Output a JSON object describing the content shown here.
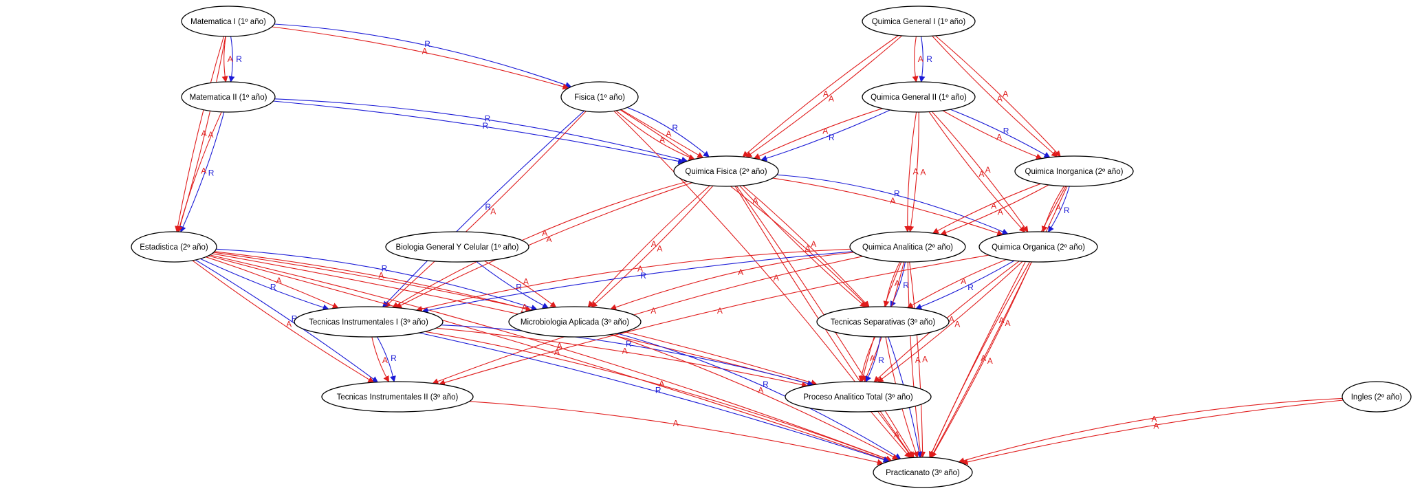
{
  "colors": {
    "R": "#1a1ad6",
    "A": "#e01c1c",
    "node_stroke": "#000000",
    "background": "#ffffff"
  },
  "nodes": {
    "mat1": "Matematica I (1º año)",
    "mat2": "Matematica II (1º año)",
    "fis": "Fisica (1º año)",
    "qg1": "Quimica General I (1º año)",
    "qg2": "Quimica General II (1º año)",
    "qf": "Quimica Fisica (2º año)",
    "qi": "Quimica Inorganica (2º año)",
    "est": "Estadistica (2º año)",
    "bio": "Biologia General Y Celular (1º año)",
    "qa": "Quimica Analitica (2º año)",
    "qo": "Quimica Organica (2º año)",
    "ti1": "Tecnicas Instrumentales I (3º año)",
    "mic": "Microbiologia Aplicada (3º año)",
    "ts": "Tecnicas Separativas (3º año)",
    "ti2": "Tecnicas Instrumentales II (3º año)",
    "pat": "Proceso Analitico Total (3º año)",
    "ing": "Ingles (2º año)",
    "pra": "Practicanato (3º año)"
  },
  "edges": [
    {
      "from": "mat1",
      "to": "mat2",
      "label": "R"
    },
    {
      "from": "mat1",
      "to": "mat2",
      "label": "A"
    },
    {
      "from": "mat1",
      "to": "fis",
      "label": "R"
    },
    {
      "from": "mat1",
      "to": "fis",
      "label": "A"
    },
    {
      "from": "mat1",
      "to": "est",
      "label": "A"
    },
    {
      "from": "mat1",
      "to": "est",
      "label": "A"
    },
    {
      "from": "mat2",
      "to": "est",
      "label": "R"
    },
    {
      "from": "mat2",
      "to": "est",
      "label": "A"
    },
    {
      "from": "mat2",
      "to": "qf",
      "label": "R"
    },
    {
      "from": "mat2",
      "to": "qf",
      "label": "R"
    },
    {
      "from": "fis",
      "to": "qf",
      "label": "R"
    },
    {
      "from": "fis",
      "to": "qf",
      "label": "A"
    },
    {
      "from": "fis",
      "to": "qf",
      "label": "A"
    },
    {
      "from": "fis",
      "to": "ti1",
      "label": "A"
    },
    {
      "from": "fis",
      "to": "ti1",
      "label": "R"
    },
    {
      "from": "fis",
      "to": "ts",
      "label": "A"
    },
    {
      "from": "fis",
      "to": "pra",
      "label": "A"
    },
    {
      "from": "qg1",
      "to": "qg2",
      "label": "R"
    },
    {
      "from": "qg1",
      "to": "qg2",
      "label": "A"
    },
    {
      "from": "qg1",
      "to": "qf",
      "label": "A"
    },
    {
      "from": "qg1",
      "to": "qf",
      "label": "A"
    },
    {
      "from": "qg1",
      "to": "qi",
      "label": "A"
    },
    {
      "from": "qg1",
      "to": "qi",
      "label": "A"
    },
    {
      "from": "qg2",
      "to": "qf",
      "label": "R"
    },
    {
      "from": "qg2",
      "to": "qf",
      "label": "A"
    },
    {
      "from": "qg2",
      "to": "qi",
      "label": "R"
    },
    {
      "from": "qg2",
      "to": "qi",
      "label": "A"
    },
    {
      "from": "qg2",
      "to": "qa",
      "label": "A"
    },
    {
      "from": "qg2",
      "to": "qa",
      "label": "A"
    },
    {
      "from": "qg2",
      "to": "qo",
      "label": "A"
    },
    {
      "from": "qg2",
      "to": "qo",
      "label": "A"
    },
    {
      "from": "qf",
      "to": "qo",
      "label": "R"
    },
    {
      "from": "qf",
      "to": "qo",
      "label": "A"
    },
    {
      "from": "qf",
      "to": "ti1",
      "label": "A"
    },
    {
      "from": "qf",
      "to": "ti1",
      "label": "A"
    },
    {
      "from": "qf",
      "to": "mic",
      "label": "A"
    },
    {
      "from": "qf",
      "to": "mic",
      "label": "A"
    },
    {
      "from": "qf",
      "to": "ts",
      "label": "A"
    },
    {
      "from": "qf",
      "to": "ts",
      "label": "A"
    },
    {
      "from": "qf",
      "to": "pra",
      "label": "A"
    },
    {
      "from": "qf",
      "to": "pra",
      "label": "A"
    },
    {
      "from": "qi",
      "to": "qa",
      "label": "A"
    },
    {
      "from": "qi",
      "to": "qa",
      "label": "A"
    },
    {
      "from": "qi",
      "to": "qo",
      "label": "R"
    },
    {
      "from": "qi",
      "to": "qo",
      "label": "A"
    },
    {
      "from": "qi",
      "to": "pra",
      "label": "A"
    },
    {
      "from": "qi",
      "to": "pra",
      "label": "A"
    },
    {
      "from": "est",
      "to": "ti1",
      "label": "A"
    },
    {
      "from": "est",
      "to": "ti1",
      "label": "R"
    },
    {
      "from": "est",
      "to": "mic",
      "label": "R"
    },
    {
      "from": "est",
      "to": "mic",
      "label": "A"
    },
    {
      "from": "est",
      "to": "ti2",
      "label": "R"
    },
    {
      "from": "est",
      "to": "ti2",
      "label": "A"
    },
    {
      "from": "est",
      "to": "pat",
      "label": "A"
    },
    {
      "from": "est",
      "to": "pat",
      "label": "A"
    },
    {
      "from": "est",
      "to": "pra",
      "label": "A"
    },
    {
      "from": "est",
      "to": "pra",
      "label": "A"
    },
    {
      "from": "bio",
      "to": "mic",
      "label": "A"
    },
    {
      "from": "bio",
      "to": "mic",
      "label": "R"
    },
    {
      "from": "qa",
      "to": "ti1",
      "label": "R"
    },
    {
      "from": "qa",
      "to": "ti1",
      "label": "A"
    },
    {
      "from": "qa",
      "to": "mic",
      "label": "A"
    },
    {
      "from": "qa",
      "to": "ts",
      "label": "R"
    },
    {
      "from": "qa",
      "to": "ts",
      "label": "A"
    },
    {
      "from": "qa",
      "to": "ti2",
      "label": "A"
    },
    {
      "from": "qa",
      "to": "pat",
      "label": "A"
    },
    {
      "from": "qa",
      "to": "pat",
      "label": "A"
    },
    {
      "from": "qa",
      "to": "pra",
      "label": "A"
    },
    {
      "from": "qa",
      "to": "pra",
      "label": "A"
    },
    {
      "from": "qo",
      "to": "ts",
      "label": "R"
    },
    {
      "from": "qo",
      "to": "ts",
      "label": "A"
    },
    {
      "from": "qo",
      "to": "ti2",
      "label": "A"
    },
    {
      "from": "qo",
      "to": "pat",
      "label": "A"
    },
    {
      "from": "qo",
      "to": "pat",
      "label": "A"
    },
    {
      "from": "qo",
      "to": "pra",
      "label": "A"
    },
    {
      "from": "qo",
      "to": "pra",
      "label": "A"
    },
    {
      "from": "ti1",
      "to": "ti2",
      "label": "R"
    },
    {
      "from": "ti1",
      "to": "ti2",
      "label": "A"
    },
    {
      "from": "ti1",
      "to": "pat",
      "label": "R"
    },
    {
      "from": "ti1",
      "to": "pat",
      "label": "A"
    },
    {
      "from": "ti1",
      "to": "pra",
      "label": "A"
    },
    {
      "from": "ti1",
      "to": "pra",
      "label": "R"
    },
    {
      "from": "mic",
      "to": "pra",
      "label": "R"
    },
    {
      "from": "mic",
      "to": "pra",
      "label": "A"
    },
    {
      "from": "ts",
      "to": "pat",
      "label": "R"
    },
    {
      "from": "ts",
      "to": "pat",
      "label": "A"
    },
    {
      "from": "ts",
      "to": "pra",
      "label": "R"
    },
    {
      "from": "ts",
      "to": "pra",
      "label": "A"
    },
    {
      "from": "ti2",
      "to": "pra",
      "label": "A"
    },
    {
      "from": "pat",
      "to": "pra",
      "label": "A"
    },
    {
      "from": "ing",
      "to": "pra",
      "label": "A"
    },
    {
      "from": "ing",
      "to": "pra",
      "label": "A"
    }
  ]
}
